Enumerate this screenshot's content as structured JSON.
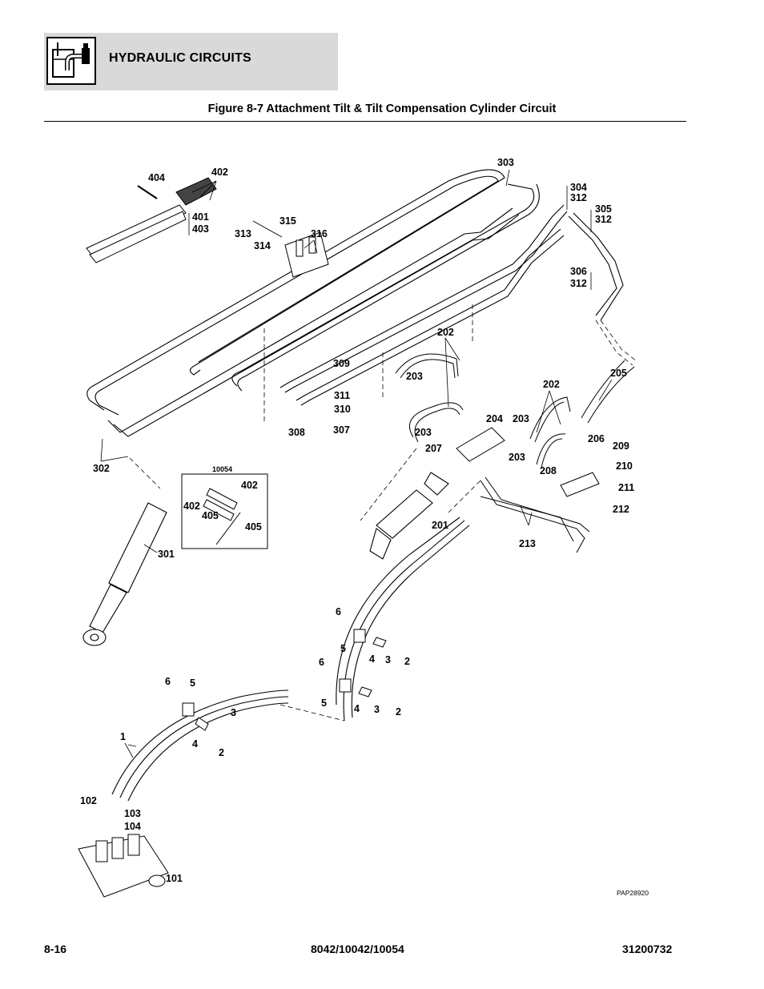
{
  "header": {
    "section_title": "HYDRAULIC CIRCUITS",
    "icon": "hydraulic-reservoir-icon"
  },
  "figure": {
    "title": "Figure 8-7 Attachment Tilt & Tilt Compensation Cylinder Circuit"
  },
  "diagram": {
    "image_ref": "PAP28920",
    "inset_model": "10054",
    "callouts": {
      "c404": "404",
      "c402": "402",
      "c401": "401",
      "c403": "403",
      "c303": "303",
      "c304": "304",
      "c312a": "312",
      "c305": "305",
      "c312b": "312",
      "c306": "306",
      "c312c": "312",
      "c315": "315",
      "c313": "313",
      "c314": "314",
      "c316": "316",
      "c309": "309",
      "c311": "311",
      "c310": "310",
      "c308": "308",
      "c307": "307",
      "c202a": "202",
      "c203a": "203",
      "c204": "204",
      "c203b": "203",
      "c207": "207",
      "c202b": "202",
      "c205": "205",
      "c203c": "203",
      "c206": "206",
      "c209": "209",
      "c203d": "203",
      "c208": "208",
      "c210": "210",
      "c211": "211",
      "c212": "212",
      "c213": "213",
      "c201": "201",
      "c302": "302",
      "c301": "301",
      "i402a": "402",
      "i402b": "402",
      "i405a": "405",
      "i405b": "405",
      "c6a": "6",
      "c5a": "5",
      "c4a": "4",
      "c3a": "3",
      "c2a": "2",
      "c6b": "6",
      "c5b": "5",
      "c4b": "4",
      "c3b": "3",
      "c2b": "2",
      "c6c": "6",
      "c5c": "5",
      "c3c": "3",
      "c4c": "4",
      "c2c": "2",
      "c1": "1",
      "c102": "102",
      "c103": "103",
      "c104": "104",
      "c101": "101"
    }
  },
  "footer": {
    "page": "8-16",
    "models": "8042/10042/10054",
    "doc_number": "31200732"
  }
}
